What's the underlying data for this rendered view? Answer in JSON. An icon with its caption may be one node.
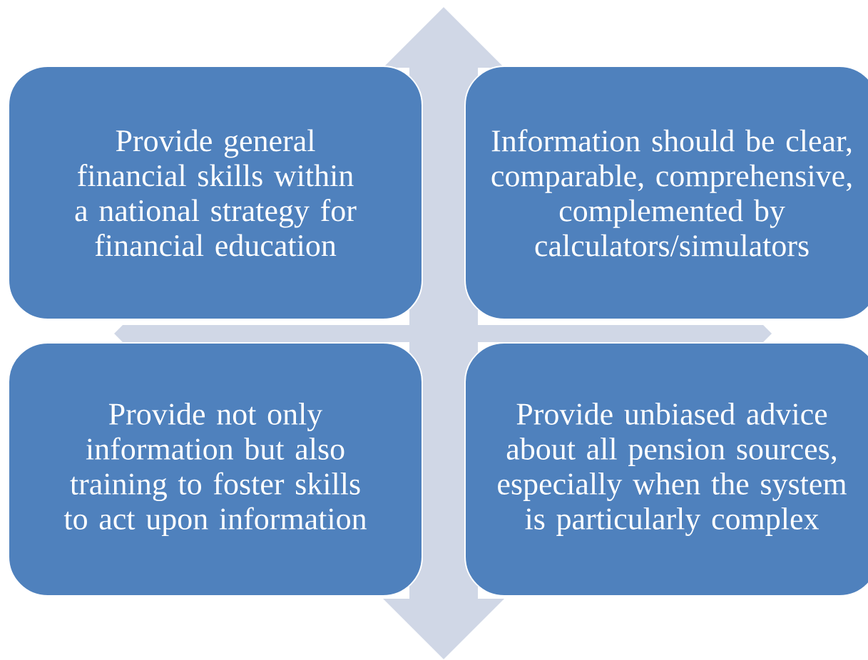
{
  "diagram": {
    "nodes": [
      {
        "text": [
          "Provide general financial skills within a national strategy for financial education"
        ]
      },
      {
        "text": [
          "Information should be clear, comparable, comprehensive, complemented by calculators/simulators"
        ]
      },
      {
        "text": [
          "Provide not only information but also training to foster skills to act upon information"
        ]
      },
      {
        "text": [
          "Provide unbiased advice about all pension sources, especially when the system is particularly complex"
        ]
      }
    ]
  }
}
